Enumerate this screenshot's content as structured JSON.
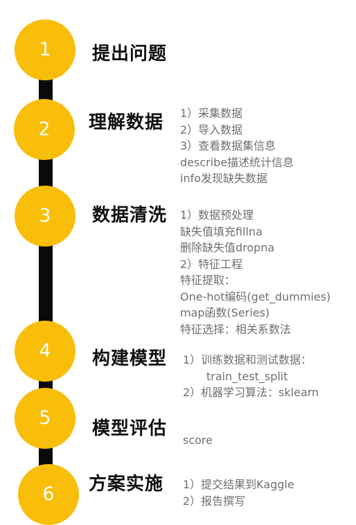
{
  "colors": {
    "circle": "#f9be09",
    "line": "#0a0a0a",
    "title": "#111111",
    "detail": "#6f6f6f"
  },
  "steps": [
    {
      "num": "1",
      "title": "提出问题",
      "details": []
    },
    {
      "num": "2",
      "title": "理解数据",
      "details": [
        "1）采集数据",
        "2）导入数据",
        "3）查看数据集信息",
        "describe描述统计信息",
        "info发现缺失数据"
      ]
    },
    {
      "num": "3",
      "title": "数据清洗",
      "details": [
        "1）数据预处理",
        "缺失值填充fillna",
        "删除缺失值dropna",
        "2）特征工程",
        "特征提取：",
        "One-hot编码(get_dummies)",
        "map函数(Series)",
        "特征选择：相关系数法"
      ]
    },
    {
      "num": "4",
      "title": "构建模型",
      "details": [
        "1）训练数据和测试数据：",
        "train_test_split",
        "2）机器学习算法：sklearn"
      ]
    },
    {
      "num": "5",
      "title": "模型评估",
      "details": [
        "score"
      ]
    },
    {
      "num": "6",
      "title": "方案实施",
      "details": [
        "1）提交结果到Kaggle",
        "2）报告撰写"
      ]
    }
  ]
}
